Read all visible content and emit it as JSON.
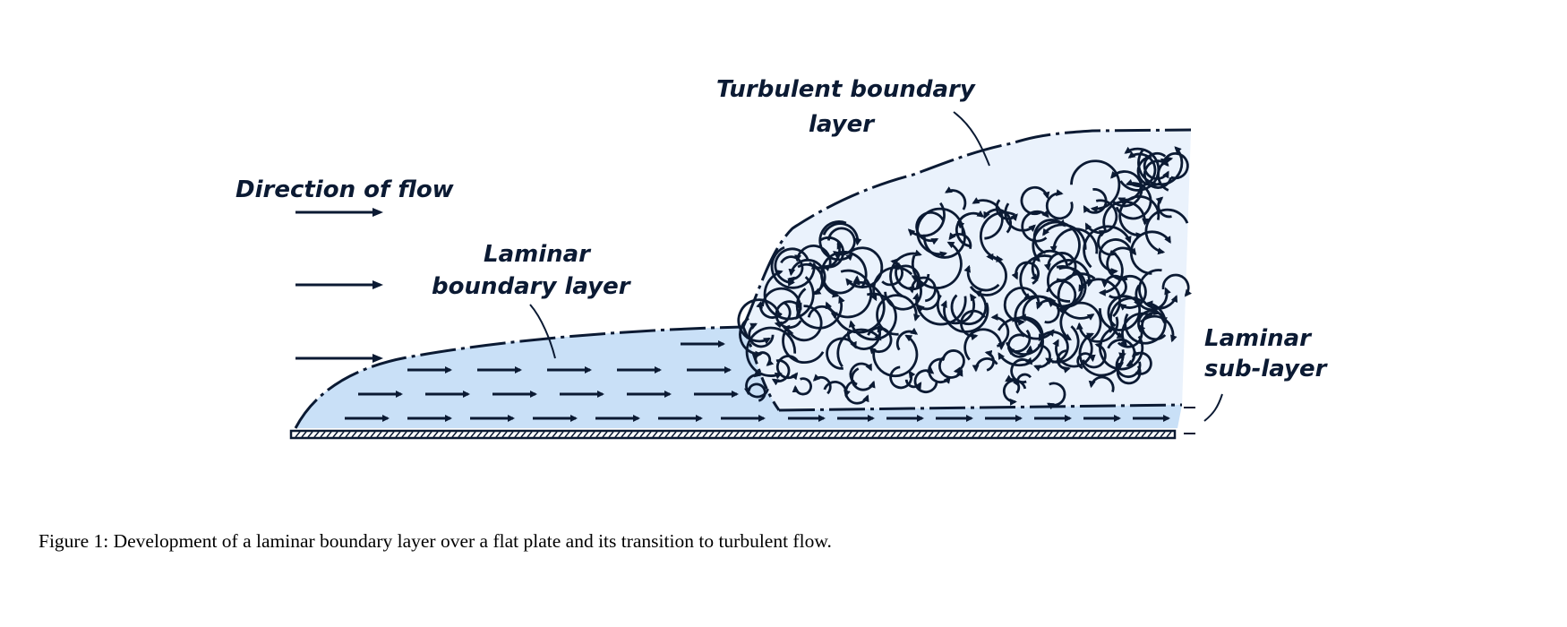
{
  "labels": {
    "direction_of_flow": "Direction of flow",
    "laminar_bl_line1": "Laminar",
    "laminar_bl_line2": "boundary layer",
    "turbulent_bl_line1": "Turbulent boundary",
    "turbulent_bl_line2": "layer",
    "sublayer_line1": "Laminar",
    "sublayer_line2": "sub-layer"
  },
  "caption": "Figure 1: Development of a laminar boundary layer over a flat plate and its transition to turbulent flow.",
  "colors": {
    "ink": "#0b1a33",
    "laminar_fill": "#c9e0f7",
    "turbulent_fill": "#eaf2fc"
  }
}
